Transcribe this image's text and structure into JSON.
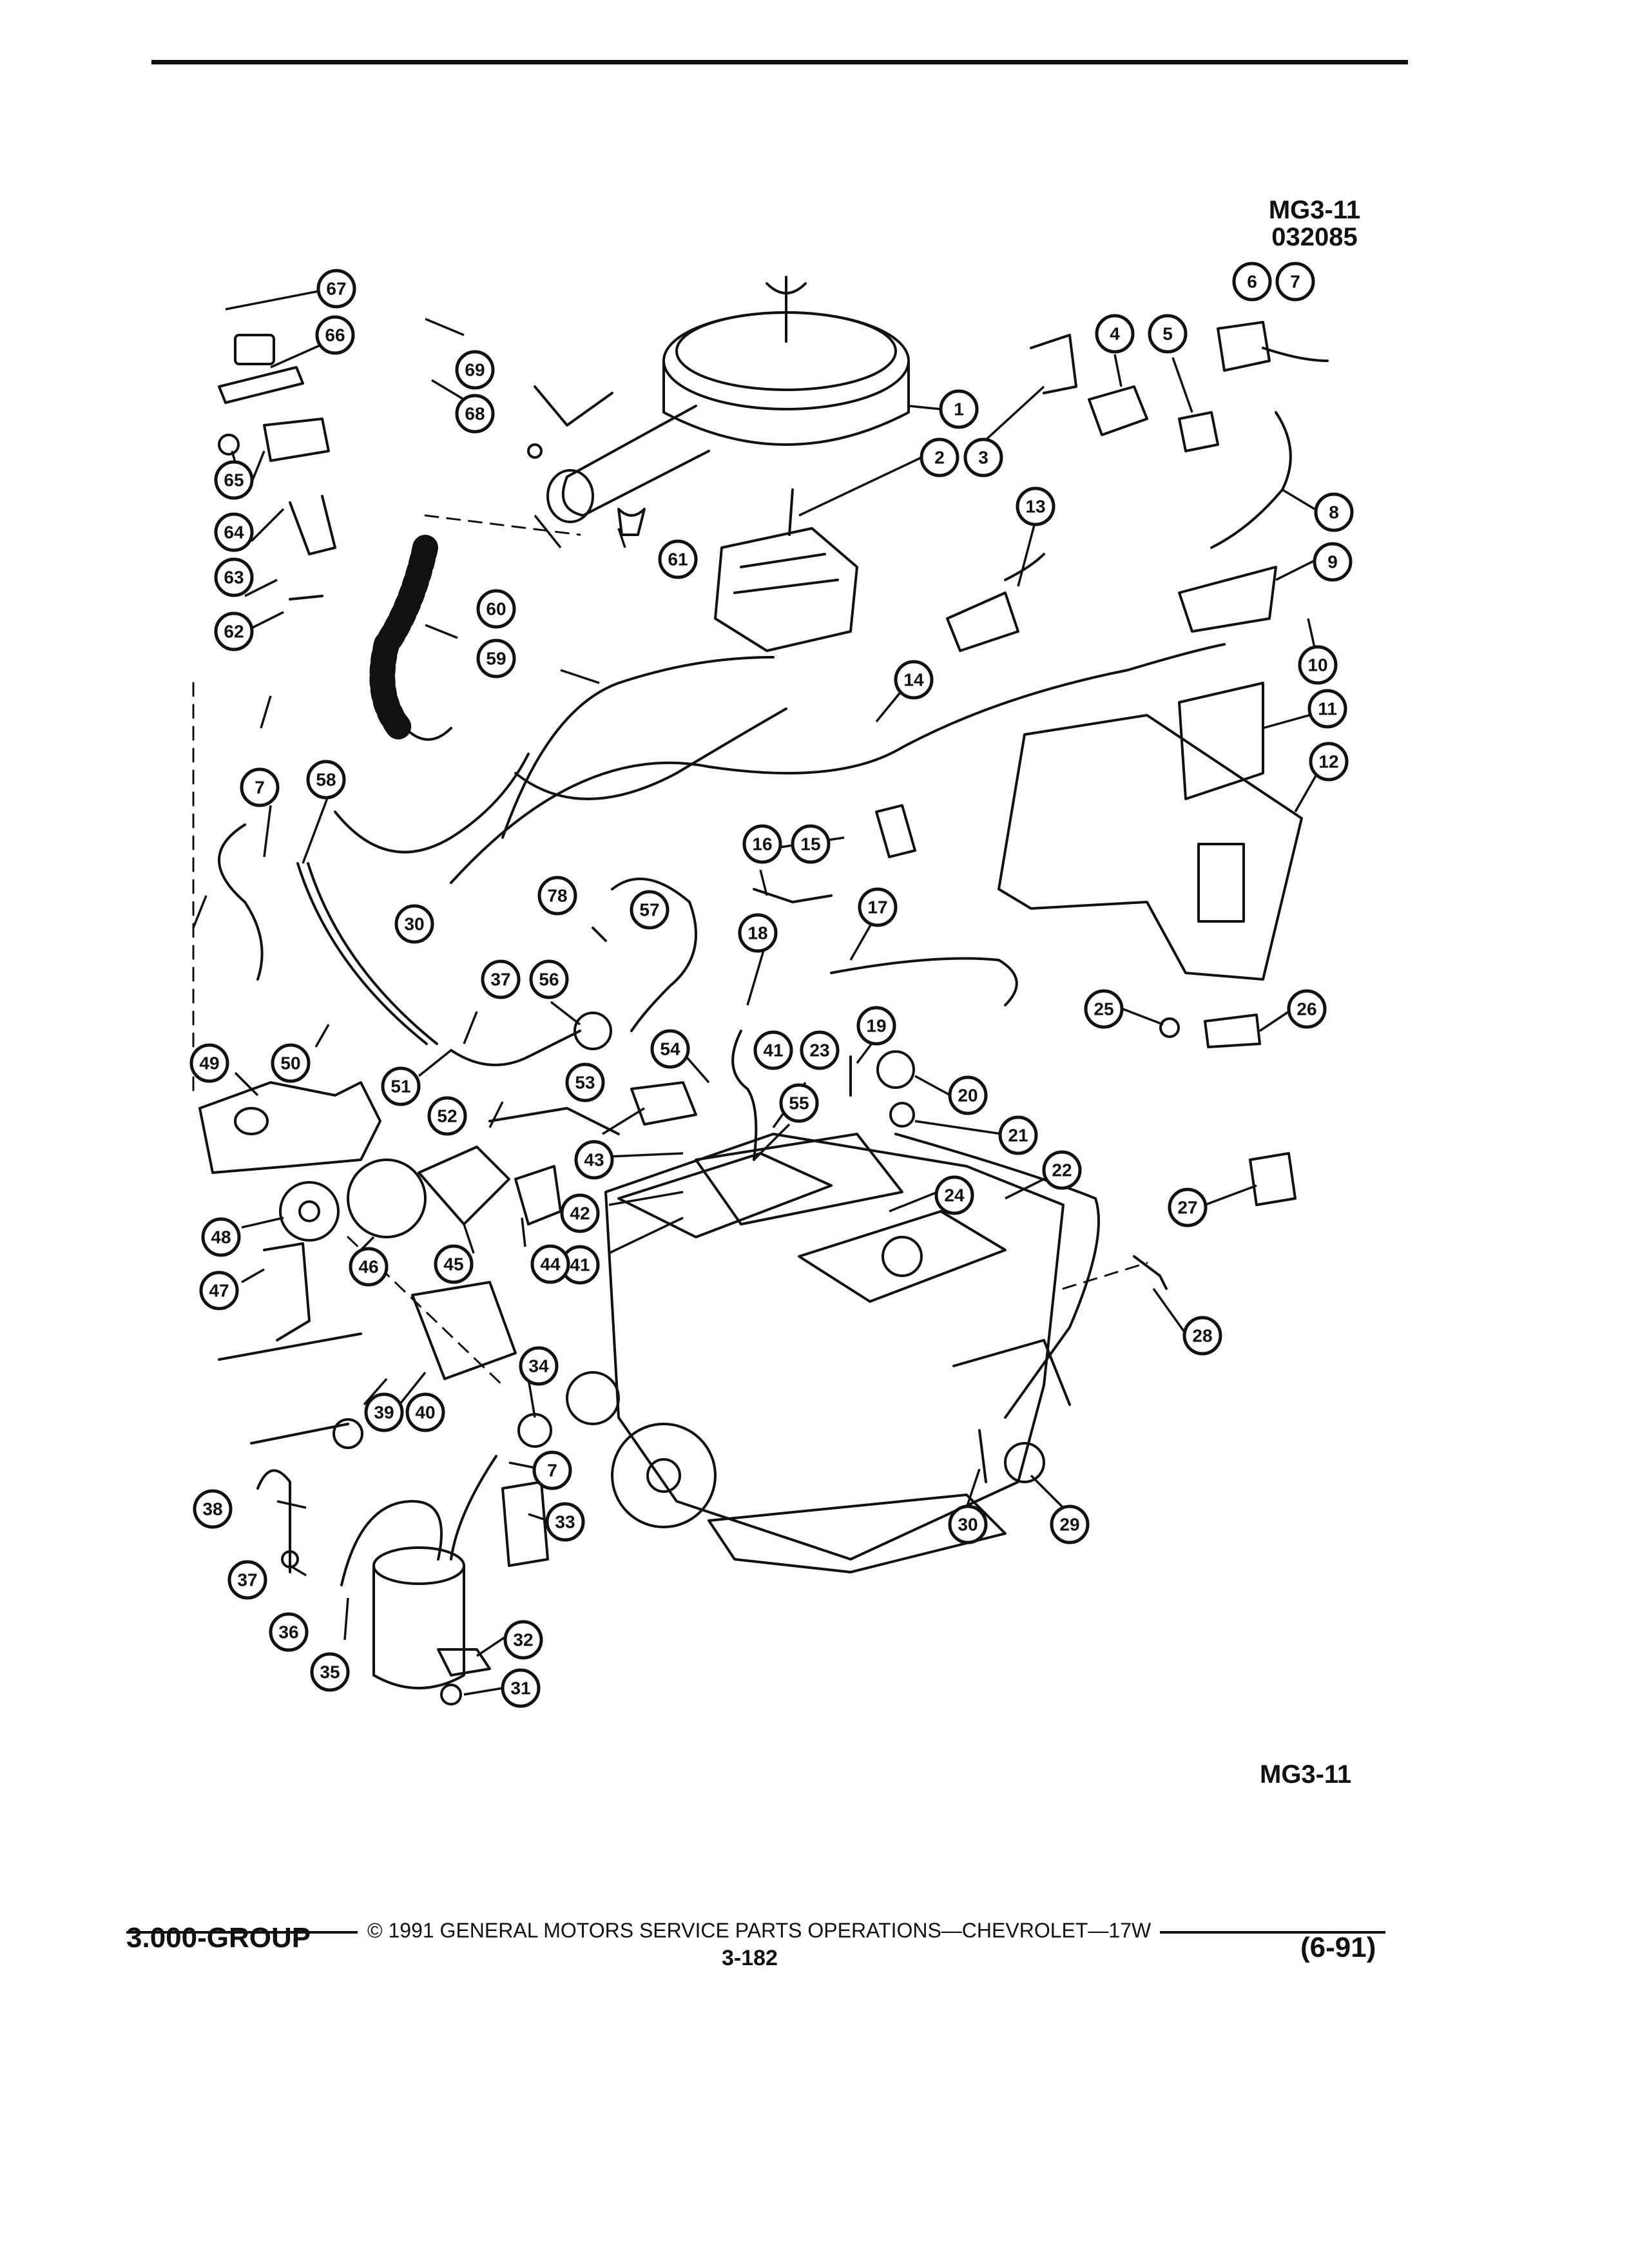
{
  "diagram": {
    "id_top": "MG3-11",
    "date_code": "032085",
    "id_bottom": "MG3-11"
  },
  "callouts": [
    "1",
    "2",
    "3",
    "4",
    "5",
    "6",
    "7",
    "8",
    "9",
    "10",
    "11",
    "12",
    "13",
    "14",
    "15",
    "16",
    "17",
    "18",
    "19",
    "20",
    "21",
    "22",
    "23",
    "24",
    "25",
    "26",
    "27",
    "28",
    "29",
    "30",
    "31",
    "32",
    "33",
    "34",
    "35",
    "36",
    "37",
    "38",
    "39",
    "40",
    "41",
    "42",
    "43",
    "44",
    "45",
    "46",
    "47",
    "48",
    "49",
    "50",
    "51",
    "52",
    "53",
    "54",
    "55",
    "56",
    "57",
    "58",
    "59",
    "60",
    "61",
    "62",
    "63",
    "64",
    "65",
    "66",
    "67",
    "68",
    "69",
    "78"
  ],
  "footer": {
    "group": "3.000-GROUP",
    "copyright": "© 1991 GENERAL MOTORS SERVICE PARTS OPERATIONS—CHEVROLET—17W",
    "page": "3-182",
    "revision": "(6-91)"
  }
}
